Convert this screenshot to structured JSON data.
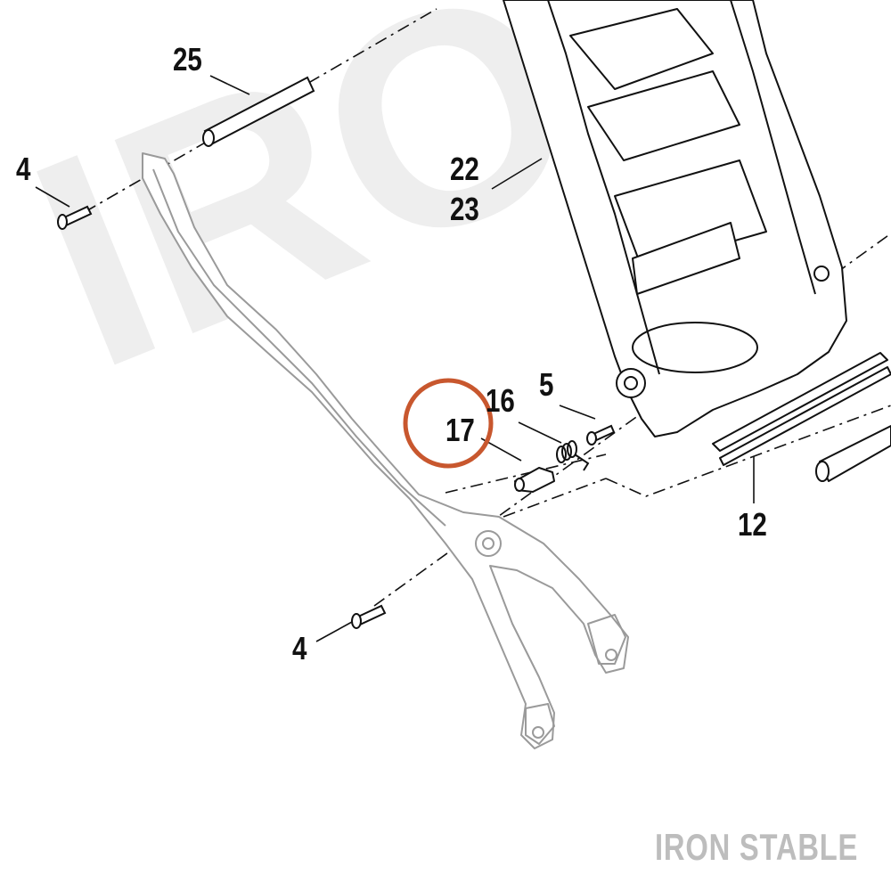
{
  "watermark": {
    "text": "IRON"
  },
  "brand": {
    "text": "IRON STABLE"
  },
  "highlight_color": "#c8572e",
  "callouts": {
    "part_25": "25",
    "part_4_top": "4",
    "part_22": "22",
    "part_23": "23",
    "part_17": "17",
    "part_16": "16",
    "part_5": "5",
    "part_12": "12",
    "part_4_bottom": "4"
  }
}
